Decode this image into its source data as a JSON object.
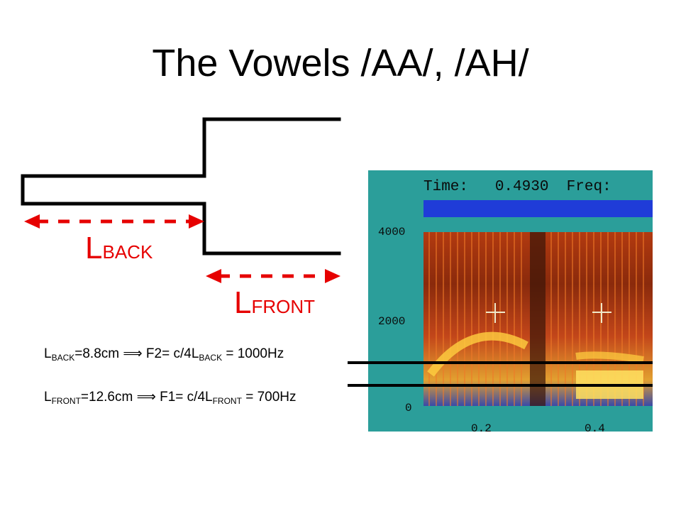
{
  "title": "The Vowels /AA/, /AH/",
  "labels": {
    "l_back_main": "L",
    "l_back_sub": "BACK",
    "l_front_main": "L",
    "l_front_sub": "FRONT"
  },
  "equations": {
    "back": {
      "l": "L",
      "l_sub": "BACK",
      "value": "=8.8cm",
      "arrow": "⟹",
      "formula": " F2= c/4L",
      "formula_sub": "BACK",
      "result": " = 1000Hz"
    },
    "front": {
      "l": "L",
      "l_sub": "FRONT",
      "value": "=12.6cm",
      "arrow": "⟹",
      "formula": " F1= c/4L",
      "formula_sub": "FRONT",
      "result": " = 700Hz"
    }
  },
  "spectrogram": {
    "time_label": "Time:",
    "time_value": "0.4930",
    "freq_label": "Freq:",
    "y_ticks": [
      "4000",
      "2000",
      "0"
    ],
    "x_ticks": [
      "0.2",
      "0.4"
    ]
  },
  "colors": {
    "label_red": "#e60000",
    "tube_black": "#000000"
  }
}
